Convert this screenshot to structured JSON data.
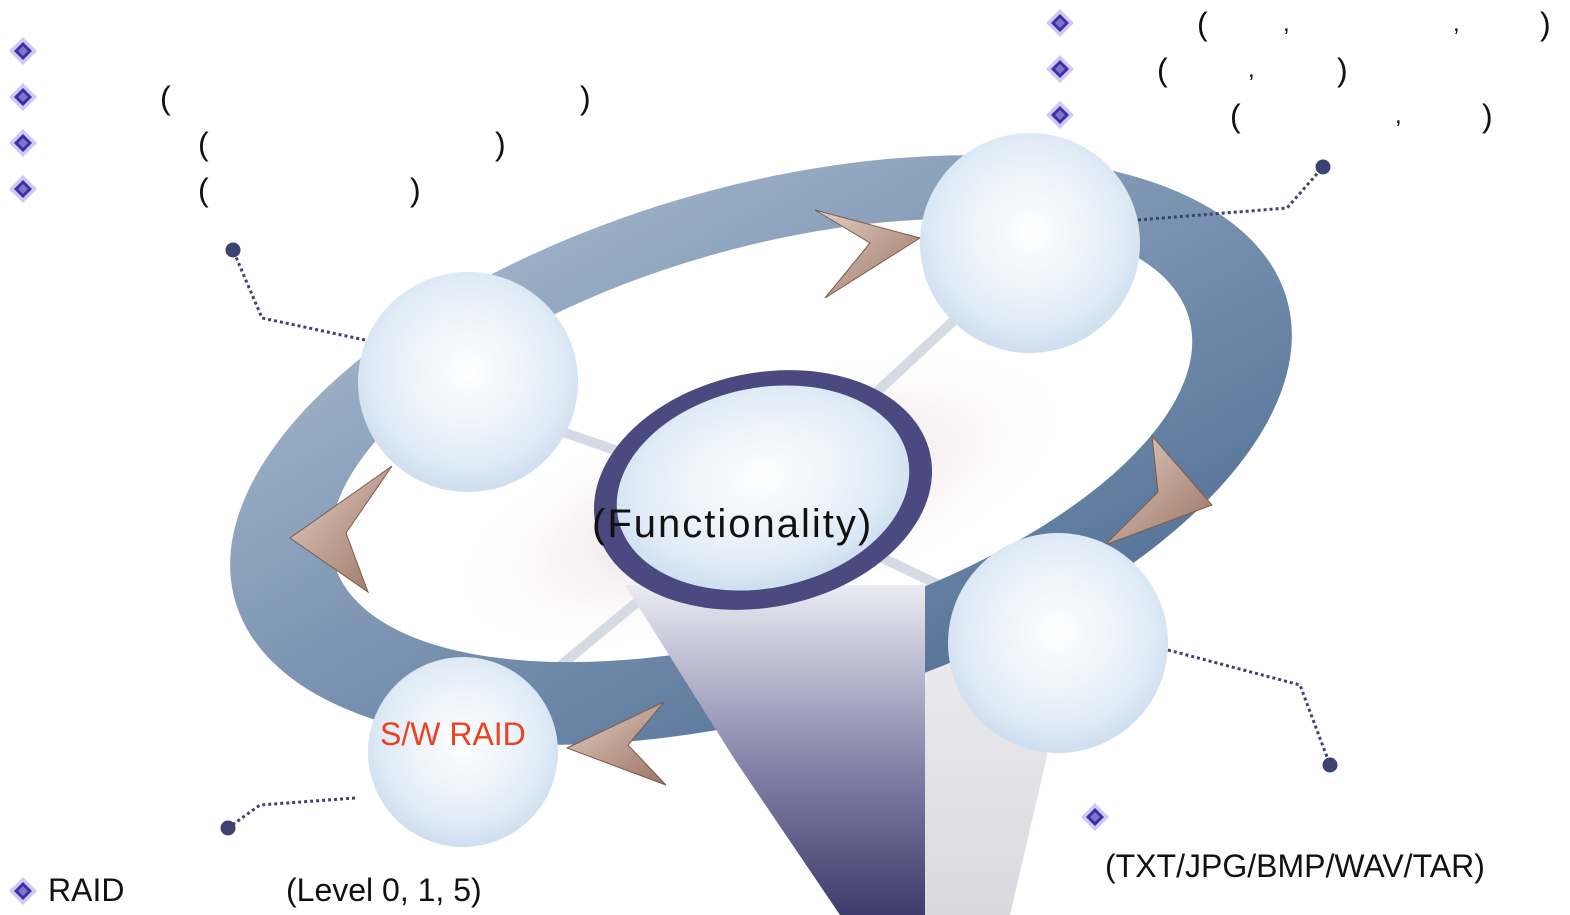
{
  "center": {
    "label": "(Functionality)"
  },
  "nodes": {
    "bottom_left": {
      "label": "S/W RAID"
    }
  },
  "captions": {
    "raid_prefix": "RAID",
    "raid_levels": "(Level 0, 1, 5)",
    "formats": "(TXT/JPG/BMP/WAV/TAR)"
  },
  "punctuation": {
    "open": "(",
    "close": ")",
    "comma": ","
  },
  "icons": {
    "bullet": "diamond-bullet-icon"
  },
  "colors": {
    "ring": "#4b6b93",
    "node_fill": "#dde9f5",
    "center_border": "#4a4a80",
    "arrow": "#b48e7c",
    "accent_text": "#f04020",
    "bullet": "#3a2fa8",
    "leader": "#3c4272"
  }
}
